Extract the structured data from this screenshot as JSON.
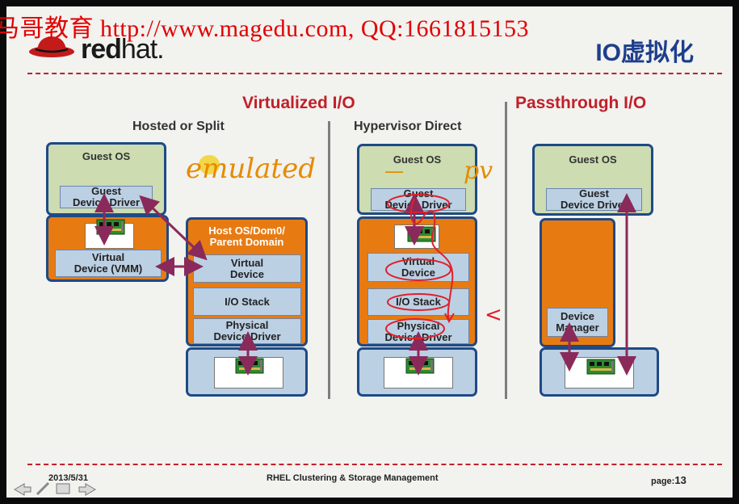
{
  "watermark": "马哥教育 http://www.magedu.com, QQ:1661815153",
  "logo": {
    "text_bold": "red",
    "text_thin": "hat."
  },
  "slide_title": "IO虚拟化",
  "sections": {
    "virtualized": "Virtualized I/O",
    "passthrough": "Passthrough I/O"
  },
  "columns": {
    "hosted": "Hosted or Split",
    "direct": "Hypervisor Direct"
  },
  "labels": {
    "guest_os": "Guest OS",
    "guest_driver_l1": "Guest",
    "guest_driver_l2": "Device Driver",
    "virtual_device_vmm_l1": "Virtual",
    "virtual_device_vmm_l2": "Device (VMM)",
    "host_os_l1": "Host OS/Dom0/",
    "host_os_l2": "Parent Domain",
    "virtual_device_l1": "Virtual",
    "virtual_device_l2": "Device",
    "io_stack": "I/O Stack",
    "physical_driver_l1": "Physical",
    "physical_driver_l2": "Device Driver",
    "device_manager_l1": "Device",
    "device_manager_l2": "Manager"
  },
  "annotations": {
    "emulated": "emulated",
    "pv": "pv",
    "dash": "—",
    "arrow": "<"
  },
  "footer": {
    "date": "2013/5/31",
    "center": "RHEL Clustering & Storage Management",
    "page_label": "page:",
    "page_num": "13"
  },
  "colors": {
    "title_red": "#c0202a",
    "title_blue": "#1d3e8c",
    "box_border": "#1e4a86",
    "guest_green": "#cddcb1",
    "vmm_orange": "#e77b12",
    "device_blue": "#bcd0e4",
    "annotation_orange": "#e68a00",
    "annotation_red": "#e0202a",
    "arrow_purple": "#8a2a5a"
  },
  "icons": [
    "pci-card-icon",
    "back-nav-icon",
    "pen-icon",
    "menu-icon",
    "forward-nav-icon",
    "redhat-logo-icon"
  ]
}
